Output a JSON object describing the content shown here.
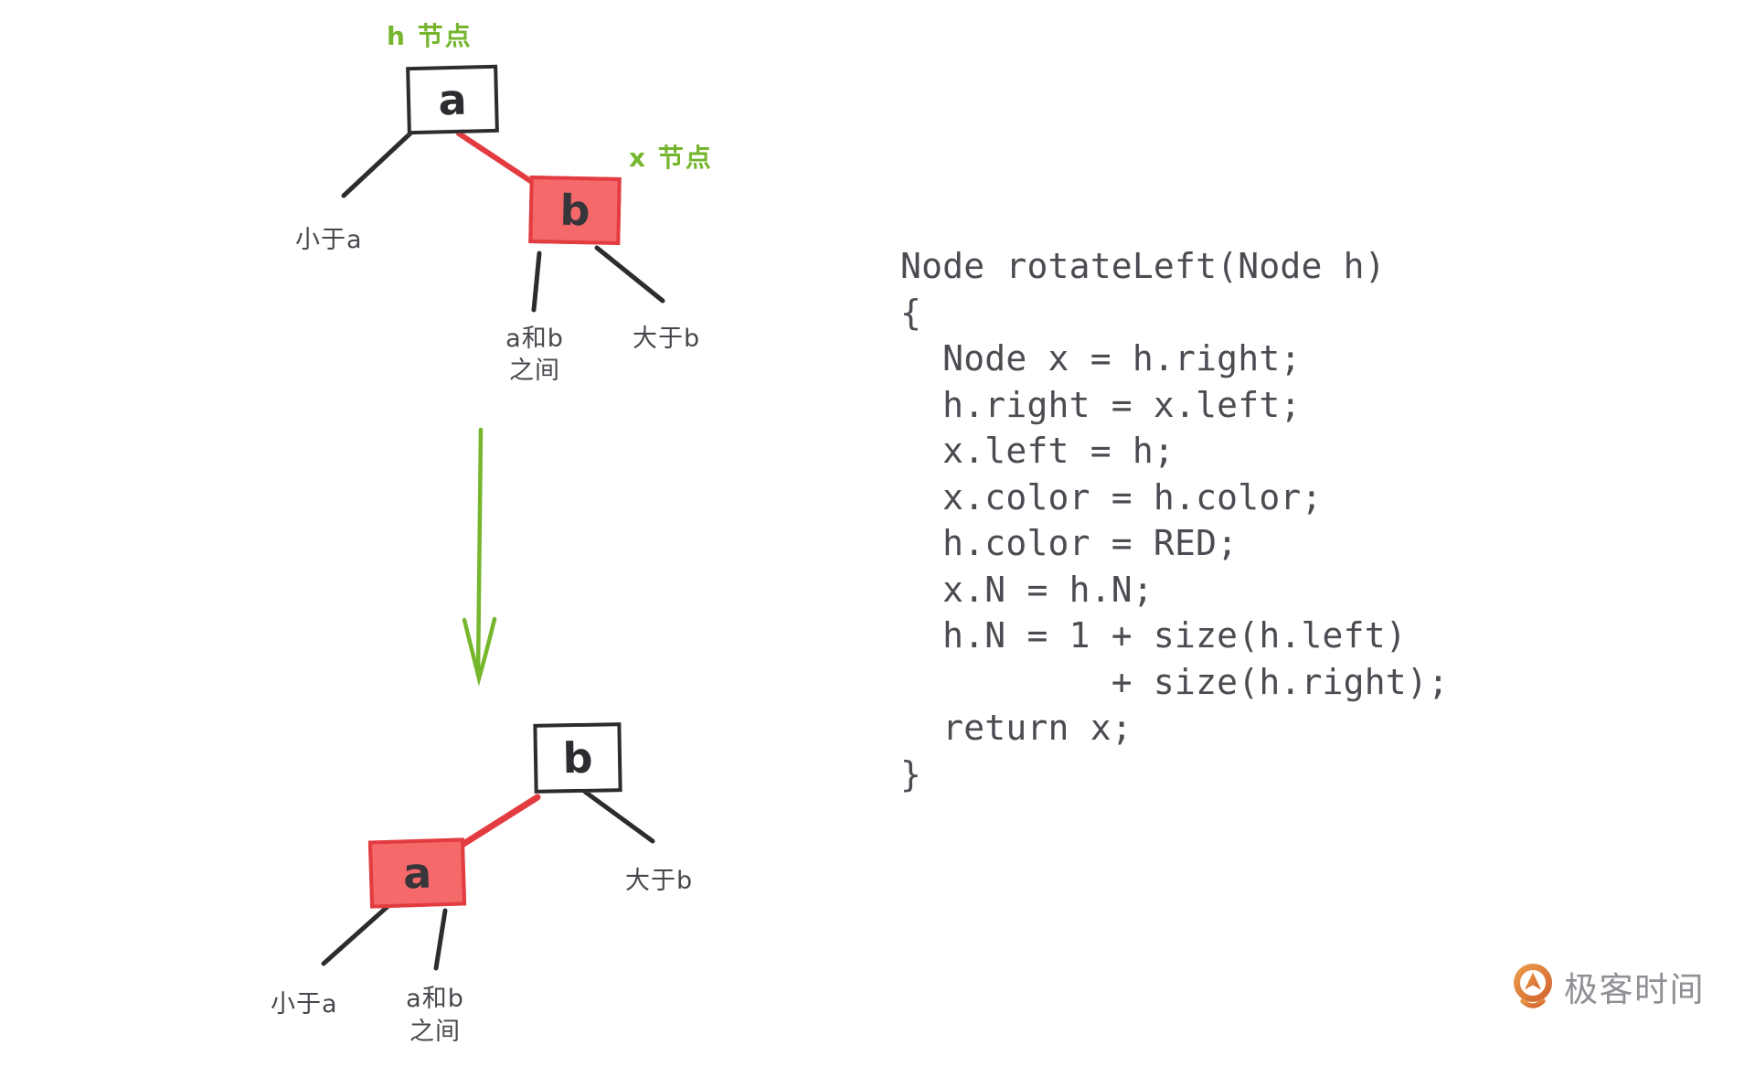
{
  "diagram": {
    "top_tree": {
      "h_node_label": "h 节点",
      "x_node_label": "x 节点",
      "node_a": "a",
      "node_b": "b",
      "less_than_a": "小于a",
      "between_a_b": "a和b\n之间",
      "greater_than_b": "大于b"
    },
    "bottom_tree": {
      "node_a": "a",
      "node_b": "b",
      "less_than_a": "小于a",
      "between_a_b": "a和b\n之间",
      "greater_than_b": "大于b"
    }
  },
  "code": {
    "text": "Node rotateLeft(Node h)\n{\n  Node x = h.right;\n  h.right = x.left;\n  x.left = h;\n  x.color = h.color;\n  h.color = RED;\n  x.N = h.N;\n  h.N = 1 + size(h.left)\n          + size(h.right);\n  return x;\n}"
  },
  "logo": {
    "brand": "极客时间"
  },
  "colors": {
    "node_red_fill": "#f5696b",
    "node_red_border": "#e23b40",
    "annotation_green": "#75b62d",
    "ink_black": "#2c2c2e",
    "code_gray": "#4b4b52",
    "label_gray": "#47474d",
    "logo_orange": "#dd7e3b",
    "logo_text_gray": "#8f8f96"
  }
}
